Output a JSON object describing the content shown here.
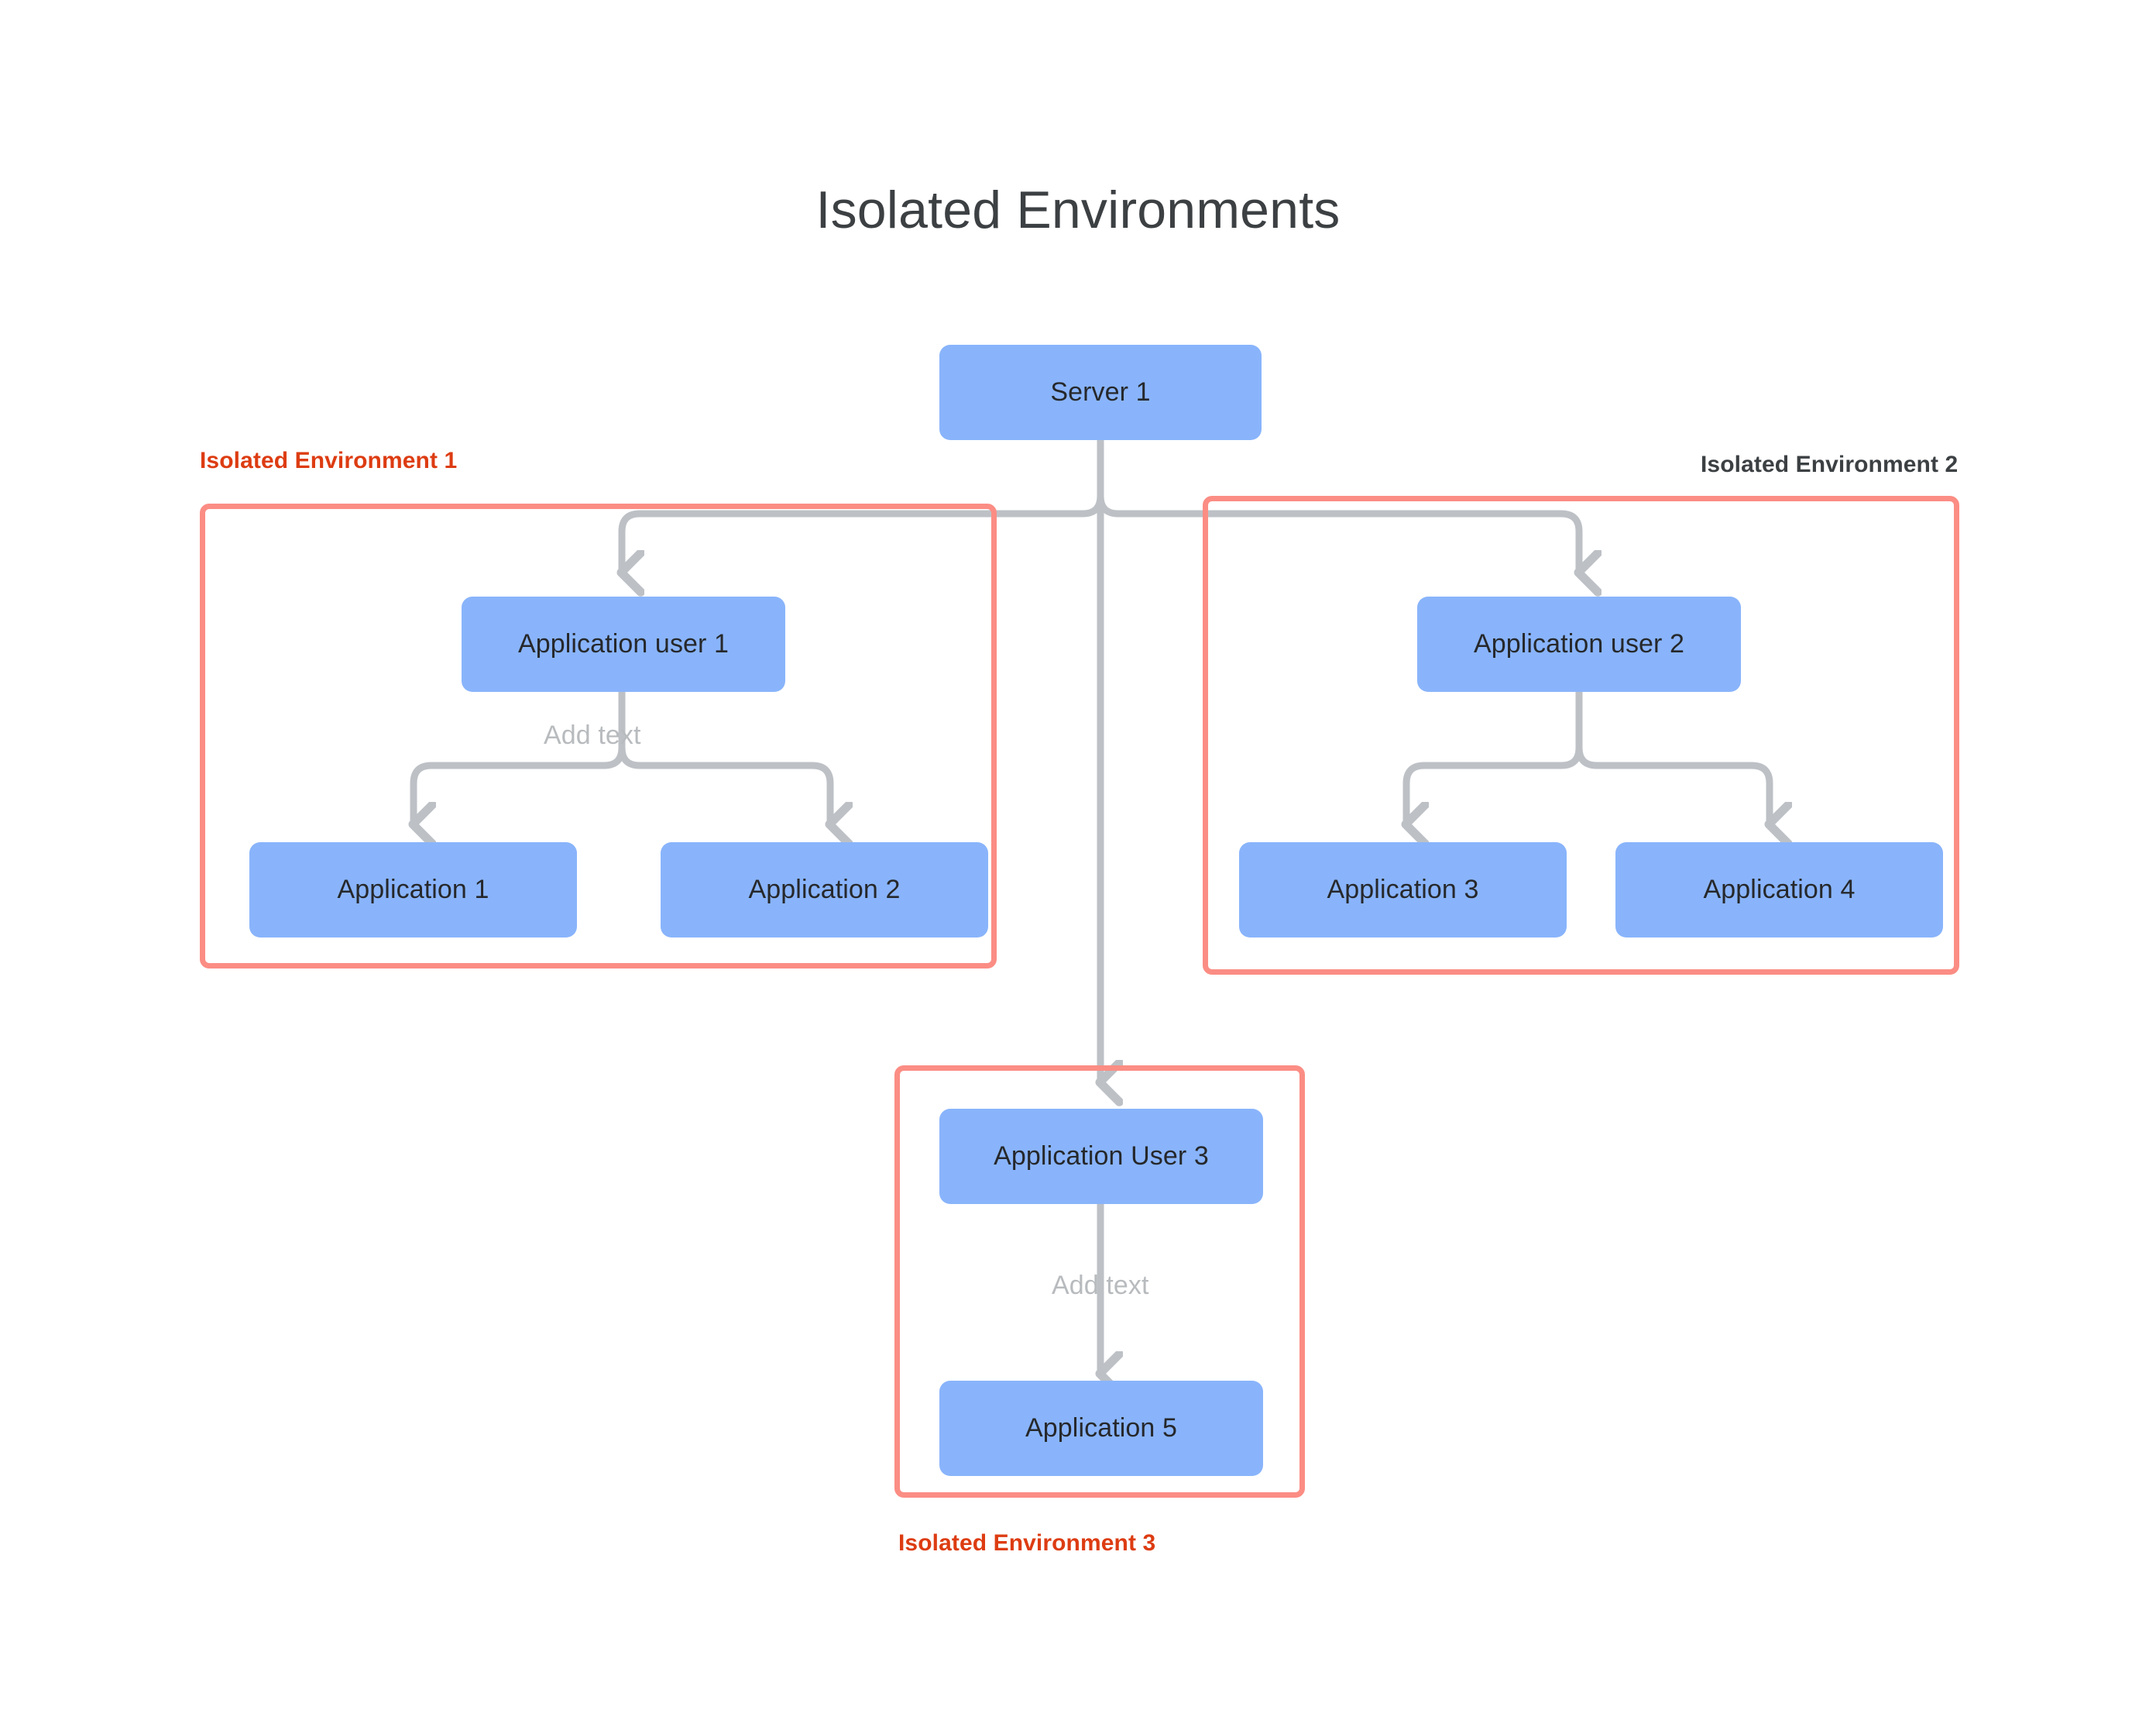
{
  "page": {
    "title": "Isolated Environments",
    "background_color": "#ffffff"
  },
  "colors": {
    "node_fill": "#89b4fb",
    "node_text": "#26282b",
    "env_border": "#fb8d84",
    "env_label_accent": "#dd3c12",
    "env_label_dark": "#3c4043",
    "connector": "#bdc1c6",
    "edge_label": "#b8bbbe",
    "title_text": "#3c4043"
  },
  "nodes": {
    "server_1": "Server 1",
    "app_user_1": "Application user 1",
    "app_user_2": "Application user 2",
    "app_user_3": "Application User 3",
    "application_1": "Application 1",
    "application_2": "Application 2",
    "application_3": "Application 3",
    "application_4": "Application 4",
    "application_5": "Application 5"
  },
  "environments": {
    "env_1_label": "Isolated Environment 1",
    "env_2_label": "Isolated Environment 2",
    "env_3_label": "Isolated Environment 3"
  },
  "edge_labels": {
    "env_1_add_text": "Add text",
    "env_3_add_text": "Add text"
  },
  "chart_data": {
    "type": "diagram",
    "title": "Isolated Environments",
    "diagram_kind": "tree / hierarchy flowchart",
    "groups": [
      {
        "id": "env1",
        "label": "Isolated Environment 1",
        "label_color": "#dd3c12",
        "label_position": "top-left-outside",
        "members": [
          "Application user 1",
          "Application 1",
          "Application 2"
        ]
      },
      {
        "id": "env2",
        "label": "Isolated Environment 2",
        "label_color": "#3c4043",
        "label_position": "top-right-outside",
        "members": [
          "Application user 2",
          "Application 3",
          "Application 4"
        ]
      },
      {
        "id": "env3",
        "label": "Isolated Environment 3",
        "label_color": "#dd3c12",
        "label_position": "bottom-center-outside",
        "members": [
          "Application User 3",
          "Application 5"
        ]
      }
    ],
    "edges": [
      {
        "from": "Server 1",
        "to": "Application user 1",
        "label": "",
        "arrow": true
      },
      {
        "from": "Server 1",
        "to": "Application user 2",
        "label": "",
        "arrow": true
      },
      {
        "from": "Server 1",
        "to": "Application User 3",
        "label": "",
        "arrow": true
      },
      {
        "from": "Application user 1",
        "to": "Application 1",
        "label": "Add text",
        "arrow": true
      },
      {
        "from": "Application user 1",
        "to": "Application 2",
        "label": "Add text",
        "arrow": true
      },
      {
        "from": "Application user 2",
        "to": "Application 3",
        "label": "",
        "arrow": true
      },
      {
        "from": "Application user 2",
        "to": "Application 4",
        "label": "",
        "arrow": true
      },
      {
        "from": "Application User 3",
        "to": "Application 5",
        "label": "Add text",
        "arrow": true
      }
    ]
  }
}
